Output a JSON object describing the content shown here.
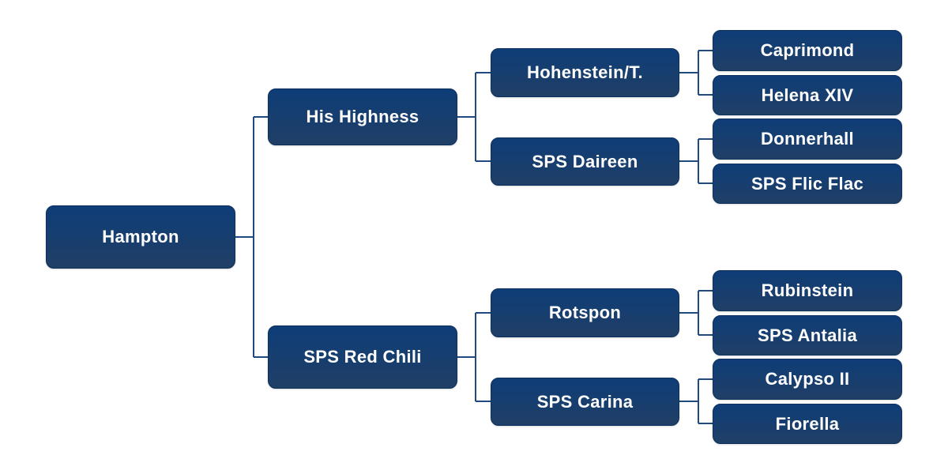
{
  "pedigree": {
    "root": {
      "name": "Hampton",
      "sire": {
        "name": "His Highness",
        "sire": {
          "name": "Hohenstein/T.",
          "sire": {
            "name": "Caprimond"
          },
          "dam": {
            "name": "Helena XIV"
          }
        },
        "dam": {
          "name": "SPS Daireen",
          "sire": {
            "name": "Donnerhall"
          },
          "dam": {
            "name": "SPS Flic Flac"
          }
        }
      },
      "dam": {
        "name": "SPS Red Chili",
        "sire": {
          "name": "Rotspon",
          "sire": {
            "name": "Rubinstein"
          },
          "dam": {
            "name": "SPS Antalia"
          }
        },
        "dam": {
          "name": "SPS Carina",
          "sire": {
            "name": "Calypso II"
          },
          "dam": {
            "name": "Fiorella"
          }
        }
      }
    },
    "colors": {
      "box_top": "#0e3d78",
      "box_bottom": "#203f66",
      "line": "#1e4a80",
      "text": "#ffffff"
    }
  }
}
